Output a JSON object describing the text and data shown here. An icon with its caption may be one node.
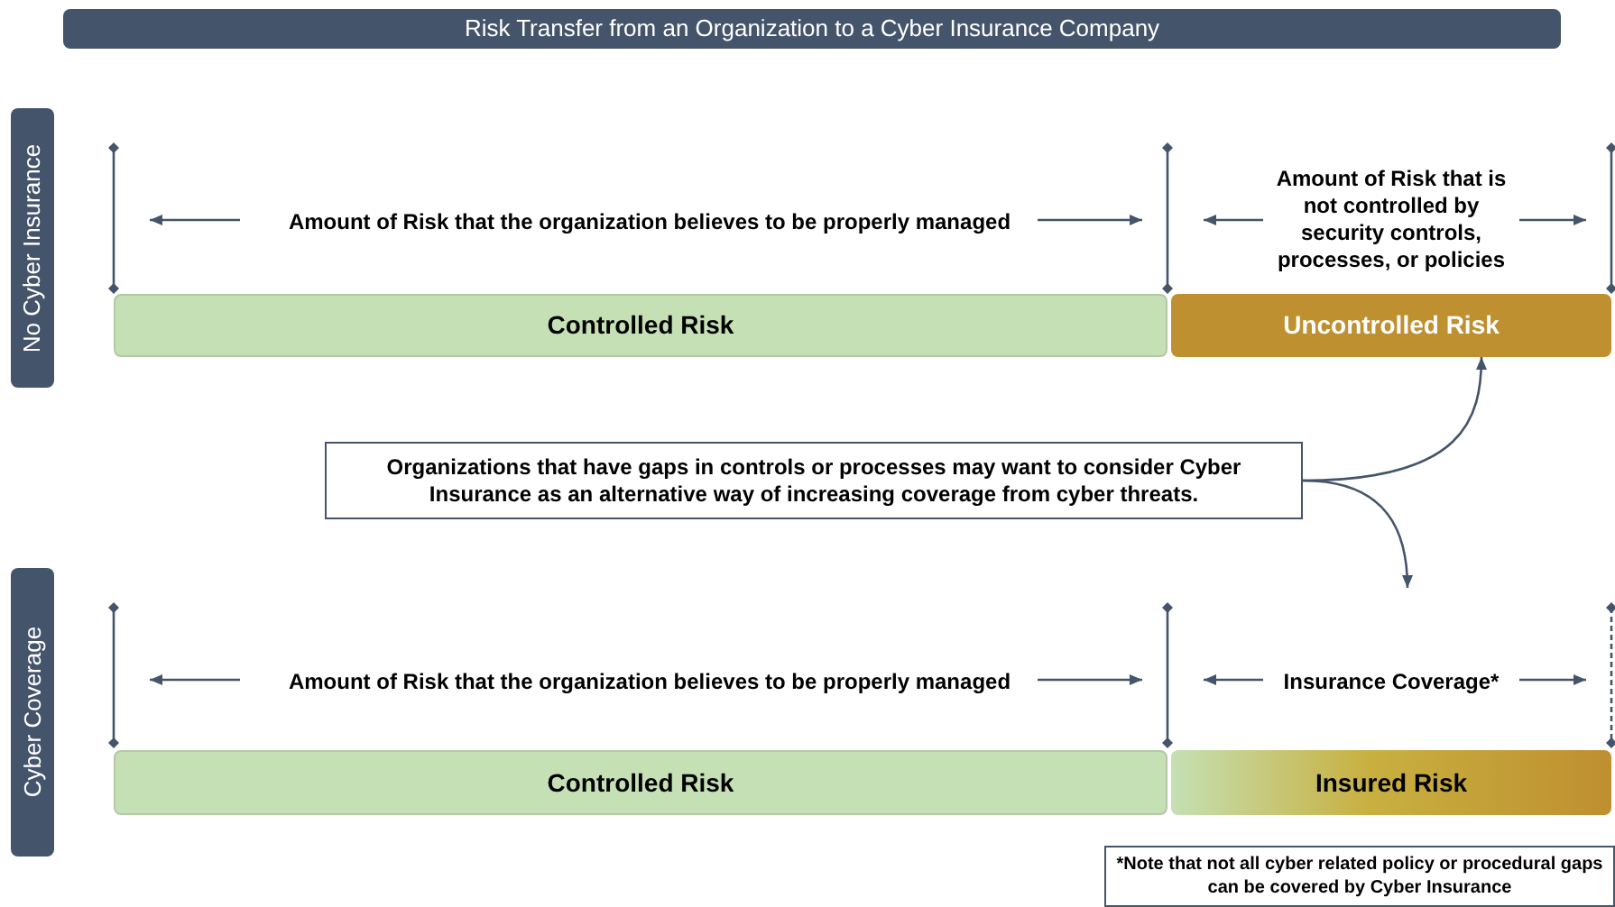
{
  "diagram": {
    "title": "Risk Transfer from an Organization to a Cyber Insurance Company",
    "nodes": [
      {
        "text": [
          "No Cyber Insurance"
        ]
      },
      {
        "text": [
          "Controlled Risk"
        ]
      },
      {
        "text": [
          "Uncontrolled Risk"
        ]
      },
      {
        "text": [
          "Organizations that have gaps in controls or processes may want to consider Cyber Insurance as an alternative way of increasing coverage from cyber threats."
        ]
      },
      {
        "text": [
          "Cyber Coverage"
        ]
      },
      {
        "text": [
          "Controlled Risk"
        ]
      },
      {
        "text": [
          "Insured Risk"
        ]
      },
      {
        "text": [
          "*Note that not all cyber related policy or procedural gaps can be covered by Cyber Insurance"
        ]
      }
    ],
    "edges": [
      {
        "from": 3,
        "to": 2,
        "arrow": "to"
      },
      {
        "from": 3,
        "to": null,
        "arrow": "to"
      }
    ],
    "labels": [
      "Amount of Risk that the organization believes to be properly managed",
      "Amount of Risk that is not controlled by security controls, processes, or policies",
      "Amount of Risk that the organization believes to be properly managed",
      "Insurance Coverage*"
    ]
  }
}
